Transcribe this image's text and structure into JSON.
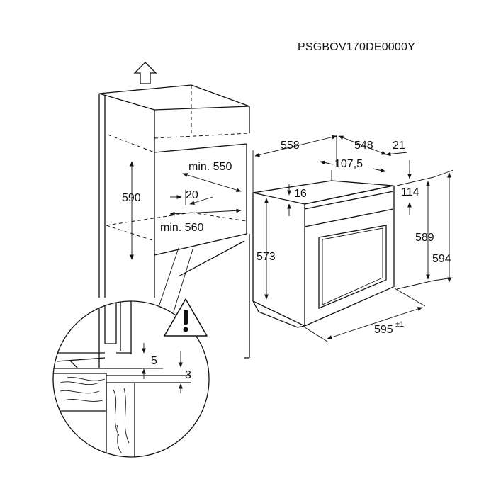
{
  "product_code": "PSGBOV170DE0000Y",
  "cabinet": {
    "height": "590",
    "min_width": "min. 550",
    "min_depth": "min. 560",
    "gap": "20"
  },
  "oven": {
    "depth_total": "558",
    "depth_body": "548",
    "front_thickness": "21",
    "panel": "107,5",
    "top_offset": "16",
    "front_height": "114",
    "body_height": "573",
    "height_589": "589",
    "height_594": "594",
    "width_value": "595",
    "width_tolerance": "±1"
  },
  "detail": {
    "gap_top": "5",
    "gap_bottom": "3"
  },
  "icons": {
    "warning": "warning-triangle-icon",
    "arrow": "up-arrow-icon"
  }
}
